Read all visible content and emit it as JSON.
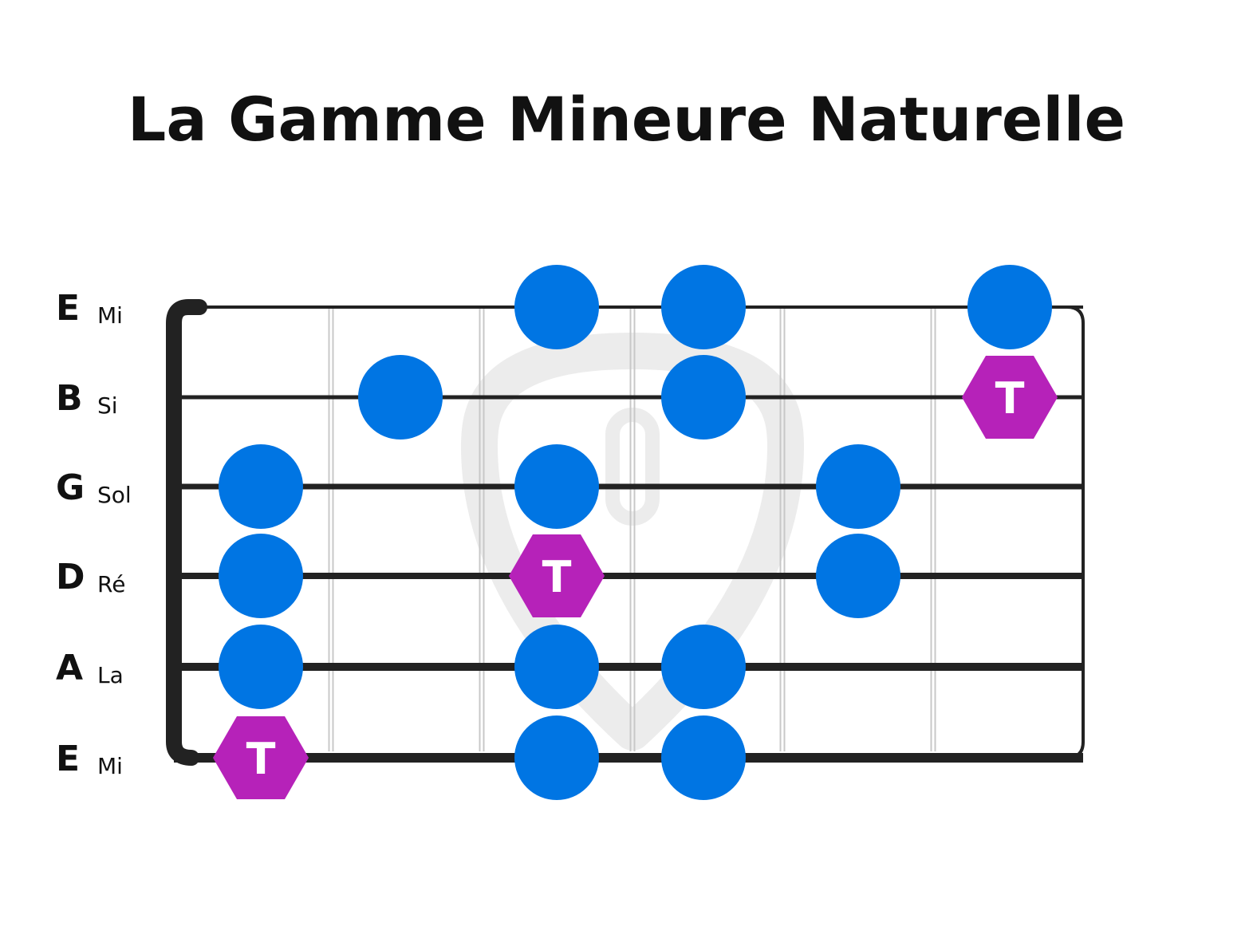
{
  "title": "La Gamme Mineure Naturelle",
  "colors": {
    "note": "#0075e3",
    "tonic": "#b622b9",
    "string": "#222222",
    "fret": "#c8c8c8",
    "watermark": "#ececec"
  },
  "strings": [
    {
      "letter": "E",
      "name": "Mi"
    },
    {
      "letter": "B",
      "name": "Si"
    },
    {
      "letter": "G",
      "name": "Sol"
    },
    {
      "letter": "D",
      "name": "Ré"
    },
    {
      "letter": "A",
      "name": "La"
    },
    {
      "letter": "E",
      "name": "Mi"
    }
  ],
  "fret_count": 6,
  "tonic_label": "T",
  "notes": [
    {
      "string": 0,
      "fret": 3,
      "tonic": false
    },
    {
      "string": 0,
      "fret": 4,
      "tonic": false
    },
    {
      "string": 0,
      "fret": 6,
      "tonic": false
    },
    {
      "string": 1,
      "fret": 2,
      "tonic": false
    },
    {
      "string": 1,
      "fret": 4,
      "tonic": false
    },
    {
      "string": 1,
      "fret": 6,
      "tonic": true
    },
    {
      "string": 2,
      "fret": 1,
      "tonic": false
    },
    {
      "string": 2,
      "fret": 3,
      "tonic": false
    },
    {
      "string": 2,
      "fret": 5,
      "tonic": false
    },
    {
      "string": 3,
      "fret": 1,
      "tonic": false
    },
    {
      "string": 3,
      "fret": 3,
      "tonic": true
    },
    {
      "string": 3,
      "fret": 5,
      "tonic": false
    },
    {
      "string": 4,
      "fret": 1,
      "tonic": false
    },
    {
      "string": 4,
      "fret": 3,
      "tonic": false
    },
    {
      "string": 4,
      "fret": 4,
      "tonic": false
    },
    {
      "string": 5,
      "fret": 1,
      "tonic": true
    },
    {
      "string": 5,
      "fret": 3,
      "tonic": false
    },
    {
      "string": 5,
      "fret": 4,
      "tonic": false
    }
  ]
}
